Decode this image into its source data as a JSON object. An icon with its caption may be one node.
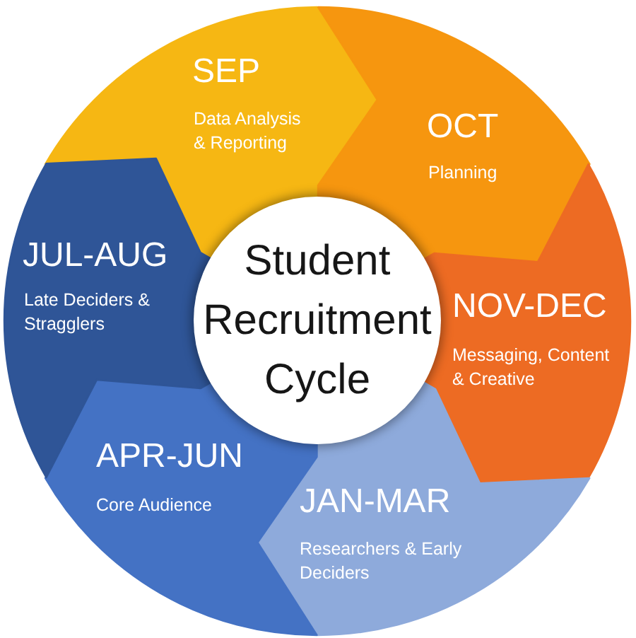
{
  "diagram": {
    "nodes": [
      {
        "text": [
          "Student Recruitment Cycle"
        ]
      },
      {
        "text": [
          "SEP",
          "Data Analysis & Reporting"
        ]
      },
      {
        "text": [
          "OCT",
          "Planning"
        ]
      },
      {
        "text": [
          "NOV-DEC",
          "Messaging, Content & Creative"
        ]
      },
      {
        "text": [
          "JAN-MAR",
          "Researchers & Early Deciders"
        ]
      },
      {
        "text": [
          "APR-JUN",
          "Core Audience"
        ]
      },
      {
        "text": [
          "JUL-AUG",
          "Late Deciders & Stragglers"
        ]
      }
    ]
  }
}
